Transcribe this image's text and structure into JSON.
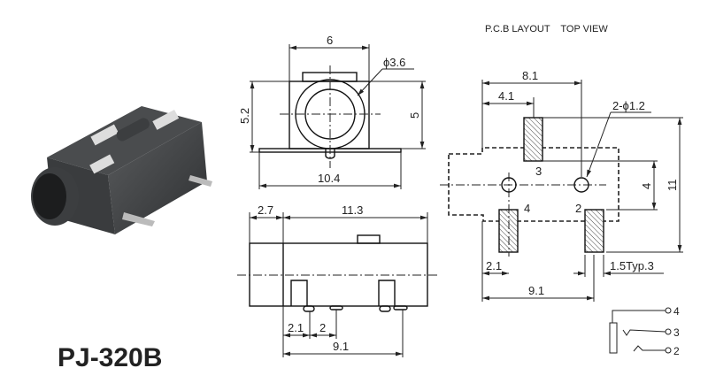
{
  "product": {
    "title": "PJ-320B"
  },
  "pcb": {
    "title": "P.C.B LAYOUT    TOP VIEW",
    "dims": {
      "width_8_1": "8.1",
      "offset_4_1": "4.1",
      "holes": "2-ϕ1.2",
      "pitch_4": "4",
      "height_11": "11",
      "pad_2_1": "2.1",
      "pad_width": "1.5Typ.3",
      "span_9_1": "9.1"
    },
    "pins": [
      "3",
      "4",
      "2"
    ]
  },
  "front_view": {
    "dims": {
      "width_6": "6",
      "bore": "ϕ3.6",
      "height_5_2": "5.2",
      "height_5": "5",
      "width_10_4": "10.4"
    }
  },
  "side_view": {
    "dims": {
      "nose_2_7": "2.7",
      "length_11_3": "11.3",
      "pin_2_1": "2.1",
      "pin_2": "2",
      "span_9_1": "9.1"
    }
  },
  "schematic": {
    "pins": [
      "4",
      "3",
      "2"
    ]
  }
}
